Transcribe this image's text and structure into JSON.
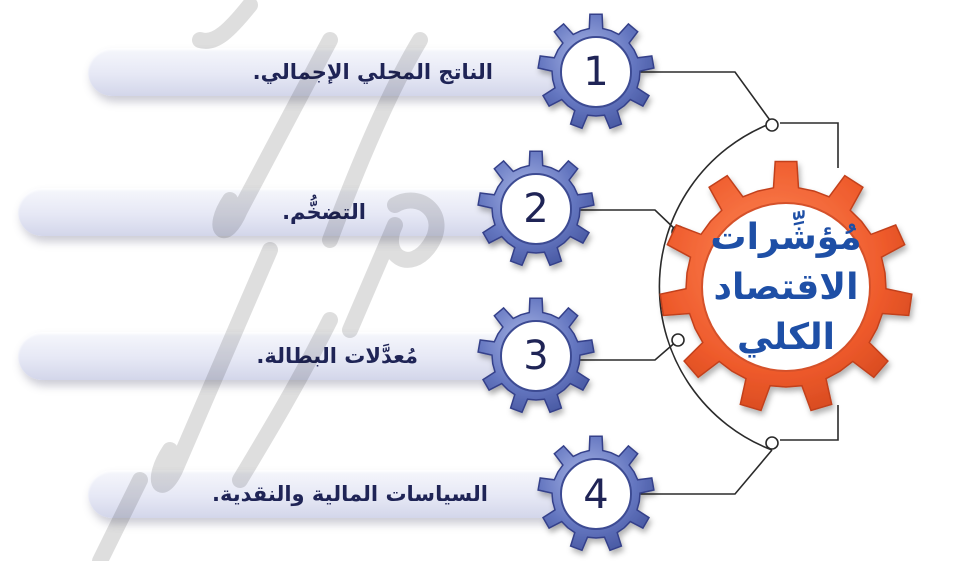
{
  "main_title_lines": [
    "مُؤشِّرات",
    "الاقتصاد",
    "الكلي"
  ],
  "items": [
    {
      "number": "1",
      "label": "الناتج المحلي الإجمالي."
    },
    {
      "number": "2",
      "label": "التضخُّم."
    },
    {
      "number": "3",
      "label": "مُعدَّلات البطالة."
    },
    {
      "number": "4",
      "label": "السياسات المالية والنقدية."
    }
  ],
  "colors": {
    "main_gear": "#ee5a2b",
    "small_gear": "#5a6fb8",
    "title_text": "#1e4fa6",
    "label_text": "#1f2456",
    "watermark": "#000000"
  }
}
